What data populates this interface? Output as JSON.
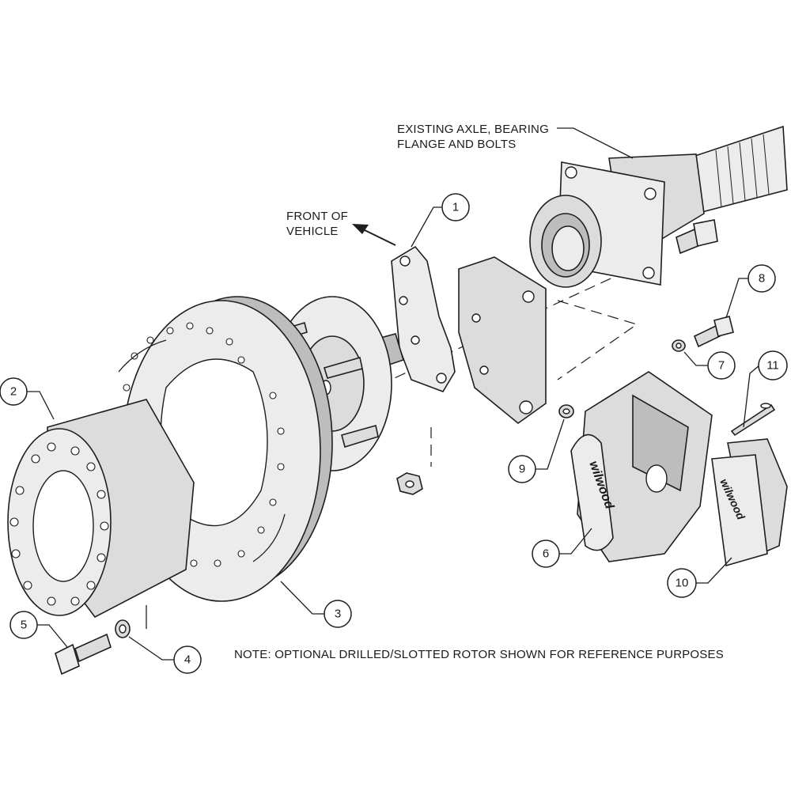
{
  "labels": {
    "existing_axle_line1": "EXISTING AXLE, BEARING",
    "existing_axle_line2": "FLANGE AND BOLTS",
    "front_line1": "FRONT OF",
    "front_line2": "VEHICLE",
    "note": "NOTE: OPTIONAL DRILLED/SLOTTED ROTOR SHOWN FOR REFERENCE PURPOSES",
    "logo_caliper": "wilwood",
    "logo_pad": "wilwood"
  },
  "callouts": [
    "1",
    "2",
    "3",
    "4",
    "5",
    "6",
    "7",
    "8",
    "9",
    "10",
    "11"
  ],
  "icons": {
    "front_arrow": "arrow-up-left-icon"
  }
}
